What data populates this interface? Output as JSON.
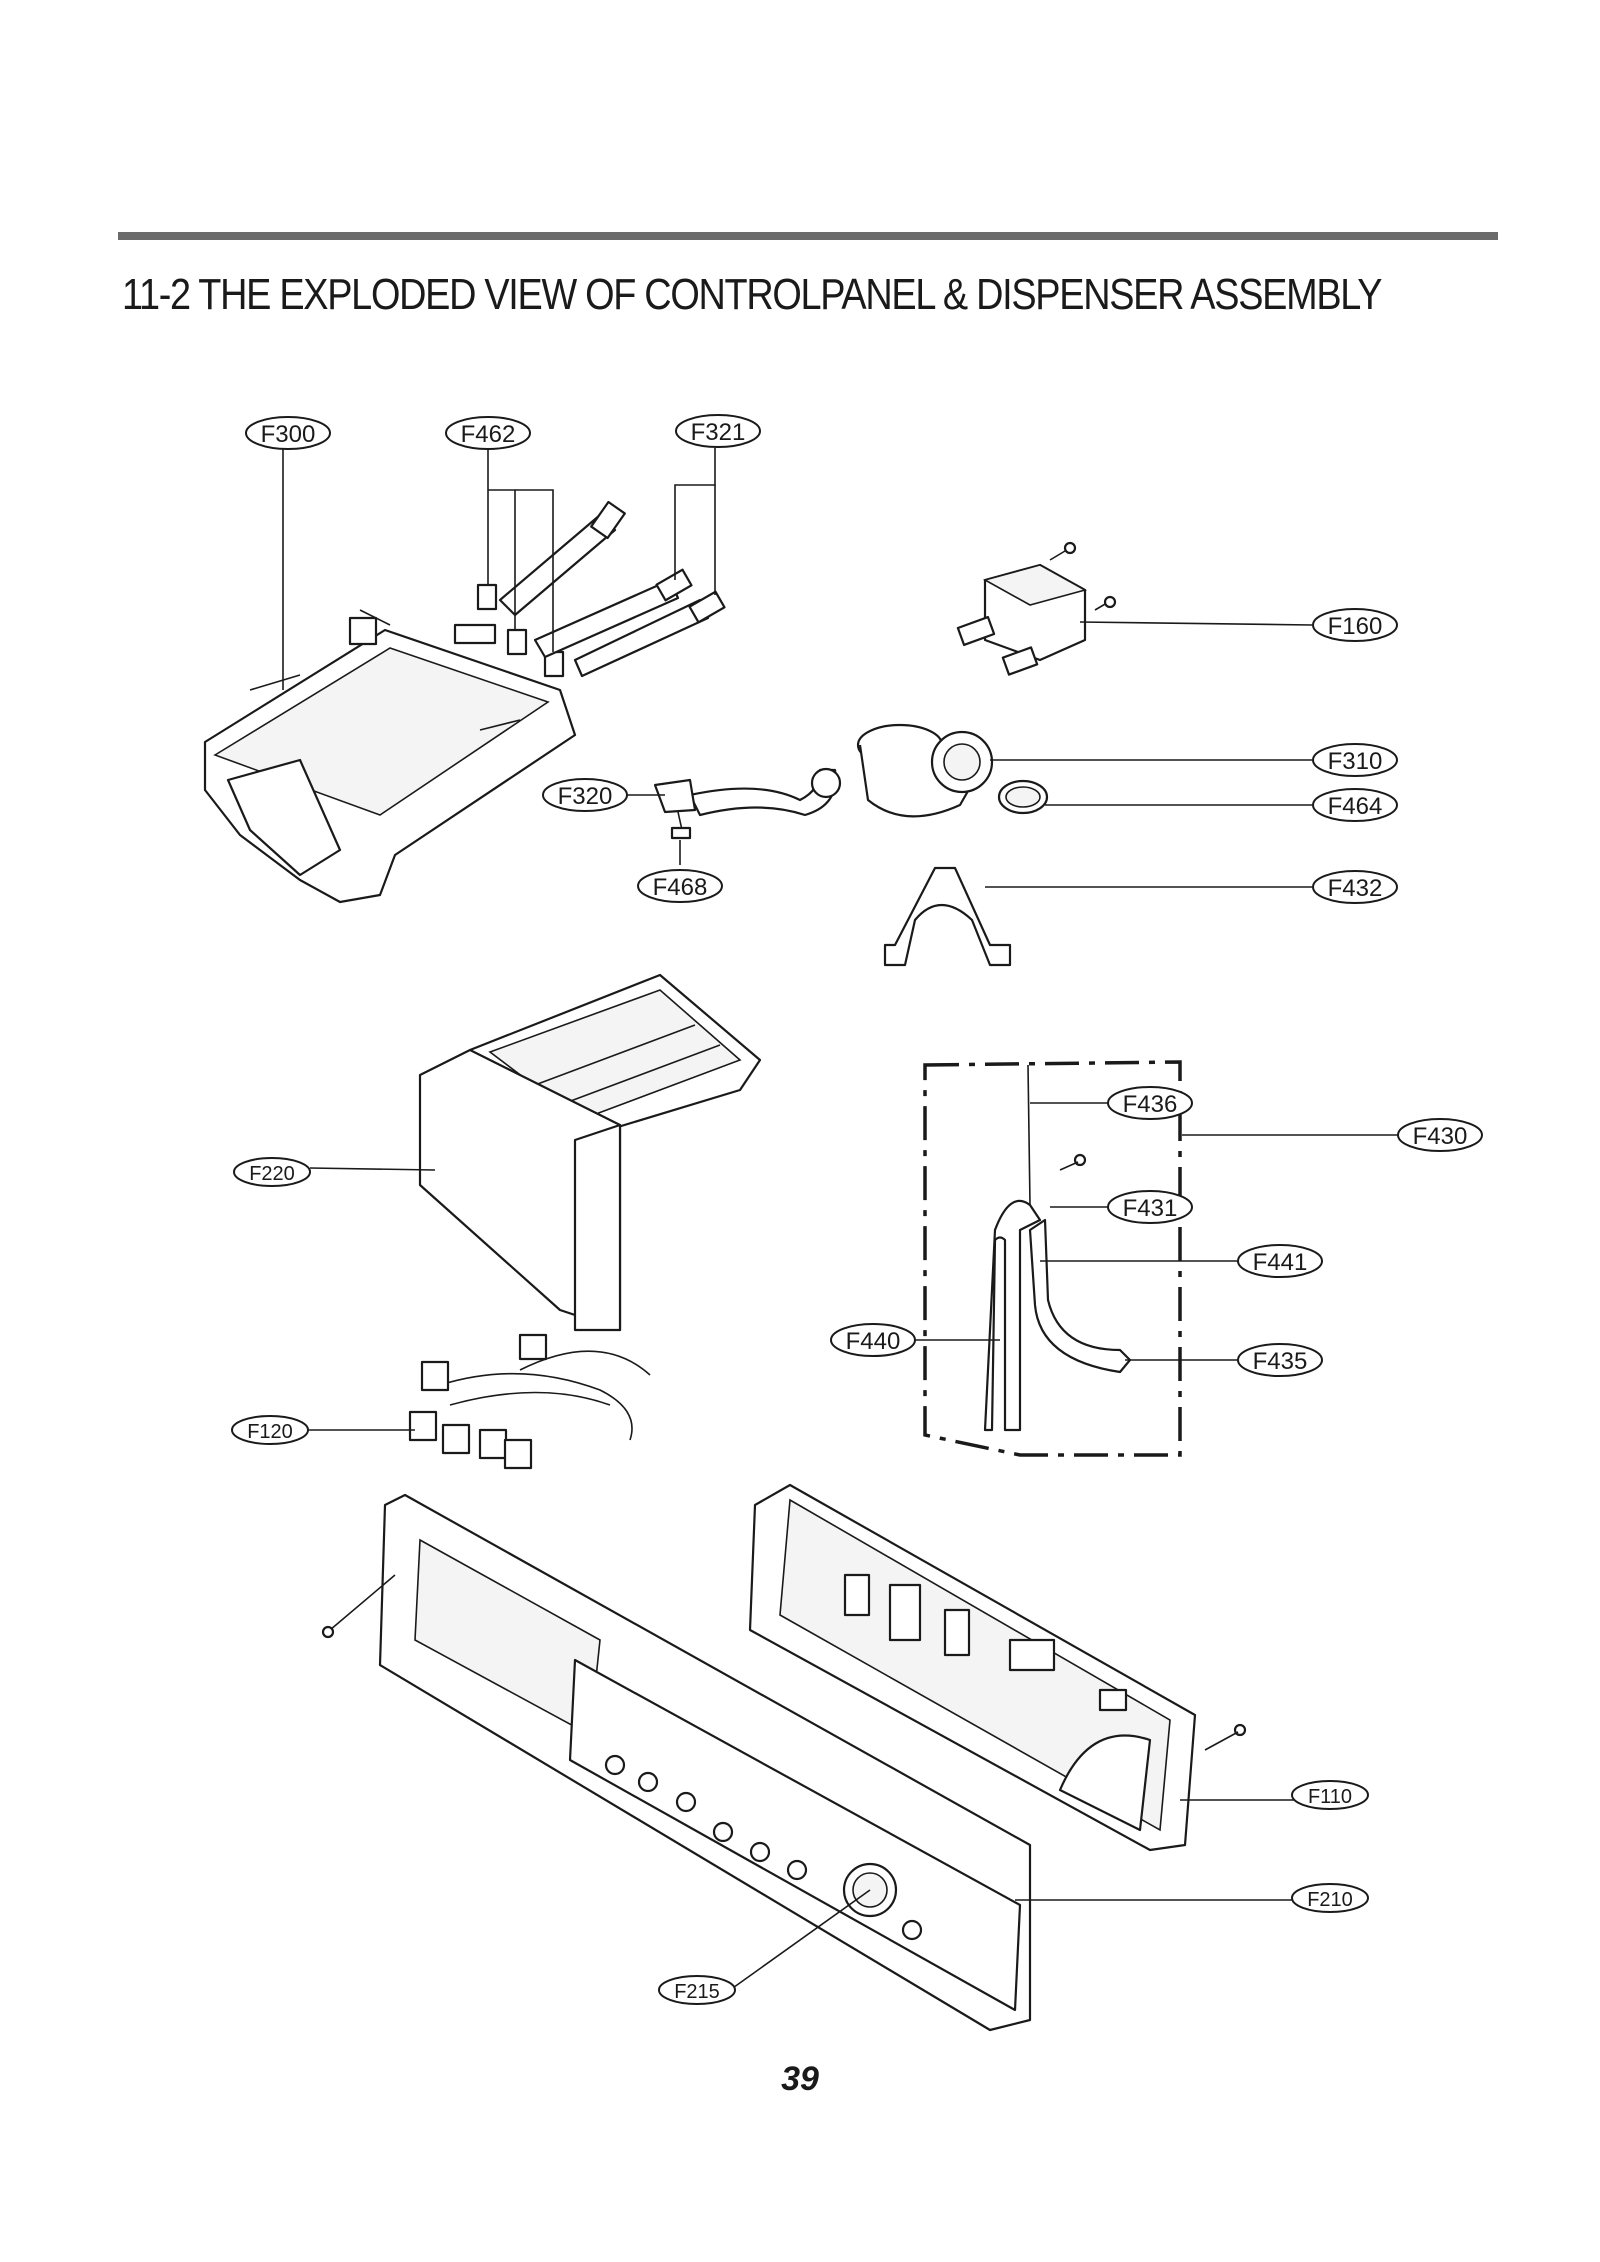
{
  "header": {
    "title": "11-2 THE EXPLODED VIEW OF CONTROLPANEL & DISPENSER ASSEMBLY"
  },
  "callouts": {
    "F300": "F300",
    "F462": "F462",
    "F321": "F321",
    "F160": "F160",
    "F310": "F310",
    "F320": "F320",
    "F464": "F464",
    "F468": "F468",
    "F432": "F432",
    "F436": "F436",
    "F430": "F430",
    "F220": "F220",
    "F431": "F431",
    "F441": "F441",
    "F440": "F440",
    "F435": "F435",
    "F120": "F120",
    "F110": "F110",
    "F210": "F210",
    "F215": "F215"
  },
  "footer": {
    "page_number": "39"
  }
}
